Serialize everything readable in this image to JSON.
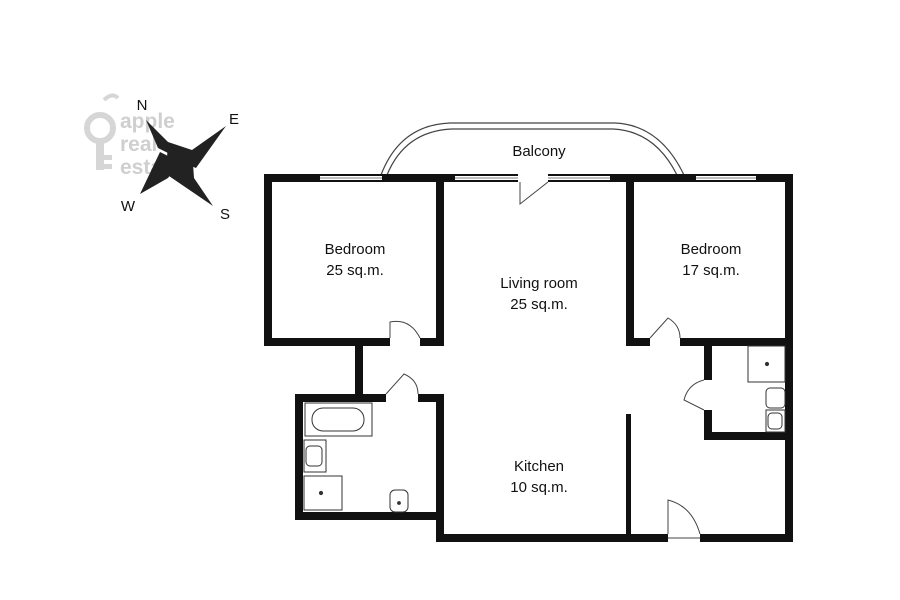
{
  "watermark": {
    "line1": "apple",
    "line2": "real",
    "line3": "estate"
  },
  "compass": {
    "north": "N",
    "east": "E",
    "south": "S",
    "west": "W"
  },
  "balcony": {
    "label": "Balcony"
  },
  "rooms": {
    "bedroom_left": {
      "name": "Bedroom",
      "area": "25 sq.m."
    },
    "living_room": {
      "name": "Living room",
      "area": "25 sq.m."
    },
    "bedroom_right": {
      "name": "Bedroom",
      "area": "17 sq.m."
    },
    "kitchen": {
      "name": "Kitchen",
      "area": "10 sq.m."
    }
  }
}
